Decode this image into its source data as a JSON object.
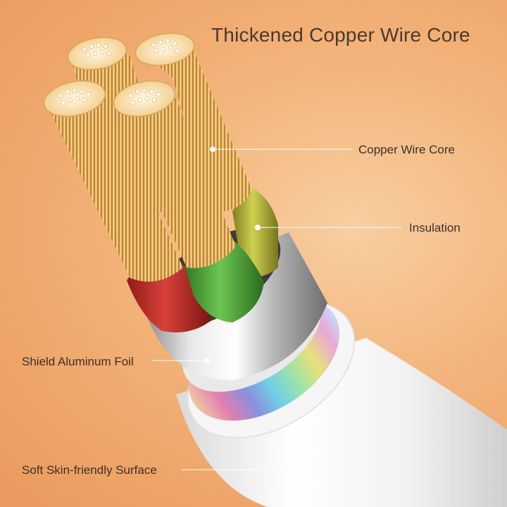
{
  "title": "Thickened Copper Wire Core",
  "callouts": {
    "copper_wire_core": "Copper Wire Core",
    "insulation": "Insulation",
    "shield_foil": "Shield Aluminum Foil",
    "soft_surface": "Soft Skin-friendly Surface"
  },
  "colors": {
    "background": "#f3b57c",
    "copper": "#e8b35a",
    "red_insulation": "#c4302b",
    "green_insulation": "#4fa63a",
    "yellow_insulation": "#b9b93d",
    "jacket": "#f4f4f4"
  }
}
